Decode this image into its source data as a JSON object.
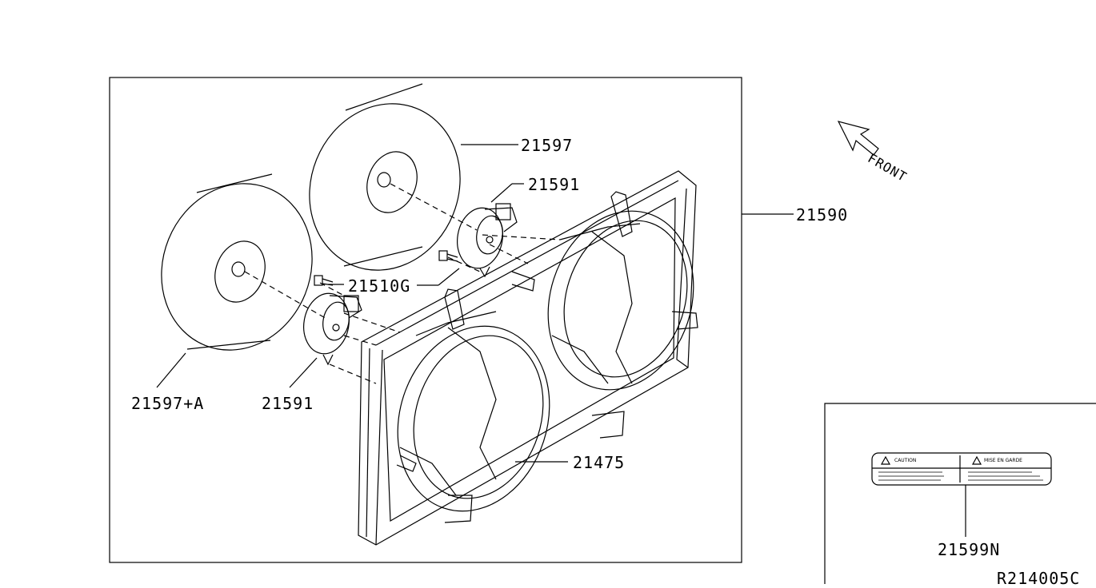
{
  "labels": {
    "shroud_assembly": "21590",
    "fan_upper": "21597",
    "fan_lower": "21597+A",
    "motor_upper": "21591",
    "motor_lower": "21591",
    "bolt": "21510G",
    "shroud": "21475",
    "caution_label_part": "21599N",
    "diagram_code": "R214005C",
    "front": "FRONT"
  },
  "caution_label": {
    "left_title": "CAUTION",
    "right_title": "MISE EN GARDE"
  },
  "colors": {
    "line": "#000000",
    "background": "#ffffff"
  },
  "icons": [
    "front-arrow-icon",
    "warning-triangle-icon"
  ]
}
